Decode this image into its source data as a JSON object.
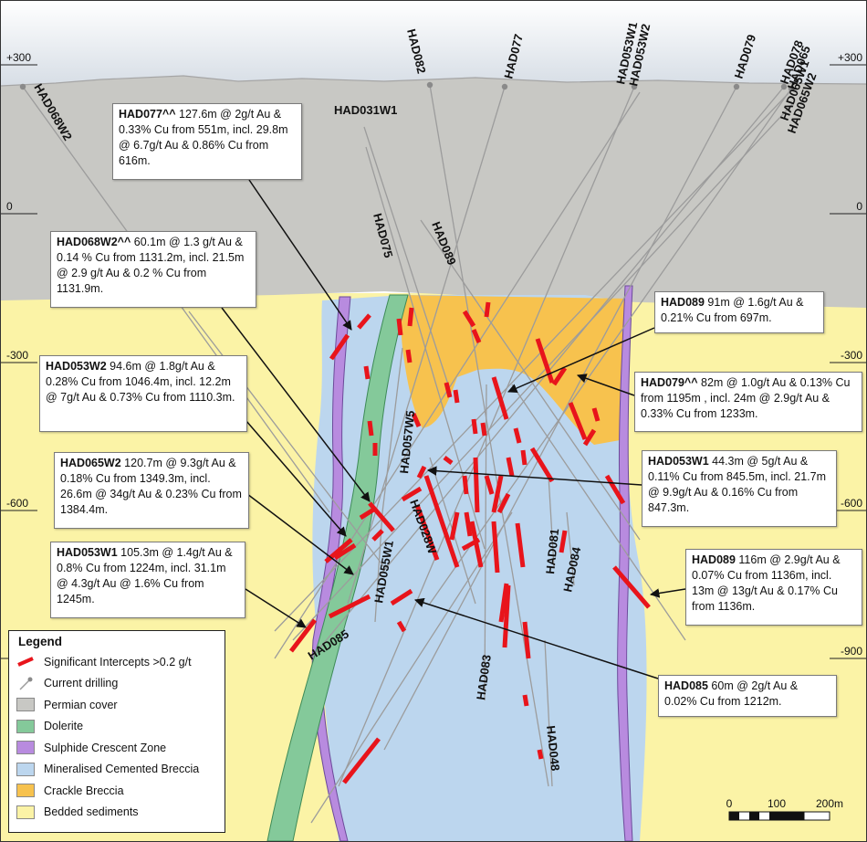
{
  "depth_labels": [
    "+300",
    "0",
    "-300",
    "-600",
    "-900"
  ],
  "holes": [
    {
      "label": "HAD068W2",
      "color": "#9c9c9c"
    },
    {
      "label": "HAD082",
      "color": "#9c9c9c"
    },
    {
      "label": "HAD077",
      "color": "#9c9c9c"
    },
    {
      "label": "HAD053W1",
      "color": "#9c9c9c"
    },
    {
      "label": "HAD053W2",
      "color": "#9c9c9c"
    },
    {
      "label": "HAD079",
      "color": "#9c9c9c"
    },
    {
      "label": "HAD078",
      "color": "#9c9c9c"
    },
    {
      "label": "HAD065",
      "color": "#9c9c9c"
    },
    {
      "label": "HAD065W1",
      "color": "#9c9c9c"
    },
    {
      "label": "HAD065W2",
      "color": "#9c9c9c"
    },
    {
      "label": "HAD031W1",
      "color": "#9c9c9c"
    },
    {
      "label": "HAD075",
      "color": "#9c9c9c"
    },
    {
      "label": "HAD089",
      "color": "#9c9c9c"
    },
    {
      "label": "HAD057W5",
      "color": "#9c9c9c"
    },
    {
      "label": "HAD028W",
      "color": "#9c9c9c"
    },
    {
      "label": "HAD055W1",
      "color": "#9c9c9c"
    },
    {
      "label": "HAD085",
      "color": "#9c9c9c"
    },
    {
      "label": "HAD083",
      "color": "#9c9c9c"
    },
    {
      "label": "HAD081",
      "color": "#9c9c9c"
    },
    {
      "label": "HAD084",
      "color": "#9c9c9c"
    },
    {
      "label": "HAD048",
      "color": "#9c9c9c"
    }
  ],
  "callouts": [
    {
      "hole": "HAD077^^",
      "text": " 127.6m @ 2g/t Au & 0.33% Cu from 551m, incl. 29.8m @ 6.7g/t Au & 0.86% Cu from 616m."
    },
    {
      "hole": "HAD068W2^^",
      "text": " 60.1m @ 1.3 g/t Au & 0.14 % Cu from 1131.2m, incl. 21.5m @ 2.9 g/t Au & 0.2 % Cu from 1131.9m."
    },
    {
      "hole": "HAD053W2",
      "text": " 94.6m @ 1.8g/t Au & 0.28% Cu from 1046.4m, incl. 12.2m @ 7g/t Au & 0.73% Cu from 1110.3m."
    },
    {
      "hole": "HAD065W2",
      "text": " 120.7m @ 9.3g/t Au & 0.18% Cu from 1349.3m, incl. 26.6m @ 34g/t Au & 0.23% Cu from 1384.4m."
    },
    {
      "hole": "HAD053W1",
      "text": " 105.3m @ 1.4g/t Au & 0.8% Cu from 1224m, incl. 31.1m @ 4.3g/t Au @ 1.6% Cu from 1245m."
    },
    {
      "hole": "HAD089",
      "text": " 91m @ 1.6g/t Au & 0.21% Cu from 697m."
    },
    {
      "hole": "HAD079^^",
      "text": " 82m @ 1.0g/t Au & 0.13% Cu from 1195m , incl. 24m @ 2.9g/t Au & 0.33% Cu from 1233m."
    },
    {
      "hole": "HAD053W1",
      "text": " 44.3m @ 5g/t Au & 0.11% Cu from 845.5m, incl. 21.7m @ 9.9g/t Au & 0.16% Cu from 847.3m."
    },
    {
      "hole": "HAD089",
      "text": " 116m @ 2.9g/t Au & 0.07% Cu from 1136m, incl. 13m @ 13g/t Au & 0.17% Cu from 1136m."
    },
    {
      "hole": "HAD085",
      "text": " 60m @ 2g/t Au & 0.02% Cu from 1212m."
    }
  ],
  "legend": {
    "title": "Legend",
    "items": [
      {
        "label": "Significant Intercepts >0.2 g/t",
        "symbol": "intercept",
        "color": "#e8141b"
      },
      {
        "label": "Current drilling",
        "symbol": "drillhole",
        "color": "#9c9c9c"
      },
      {
        "label": "Permian cover",
        "symbol": "fill",
        "color": "#c8c8c4"
      },
      {
        "label": "Dolerite",
        "symbol": "fill",
        "color": "#84c99a"
      },
      {
        "label": "Sulphide Crescent Zone",
        "symbol": "fill",
        "color": "#b88bdf"
      },
      {
        "label": "Mineralised Cemented Breccia",
        "symbol": "fill",
        "color": "#bcd6ee"
      },
      {
        "label": "Crackle Breccia",
        "symbol": "fill",
        "color": "#f7c24e"
      },
      {
        "label": "Bedded sediments",
        "symbol": "fill",
        "color": "#fbf3a6"
      }
    ]
  },
  "scale_bar": {
    "labels": [
      "0",
      "100",
      "200m"
    ]
  },
  "colors": {
    "sky": "#dde3ea",
    "permian": "#c8c8c4",
    "sediments": "#fbf3a6",
    "breccia": "#bcd6ee",
    "crackle": "#f7c24e",
    "dolerite": "#84c99a",
    "sulphide": "#b88bdf",
    "intercept": "#e8141b",
    "drillhole": "#9c9c9c",
    "leader": "#111111"
  }
}
